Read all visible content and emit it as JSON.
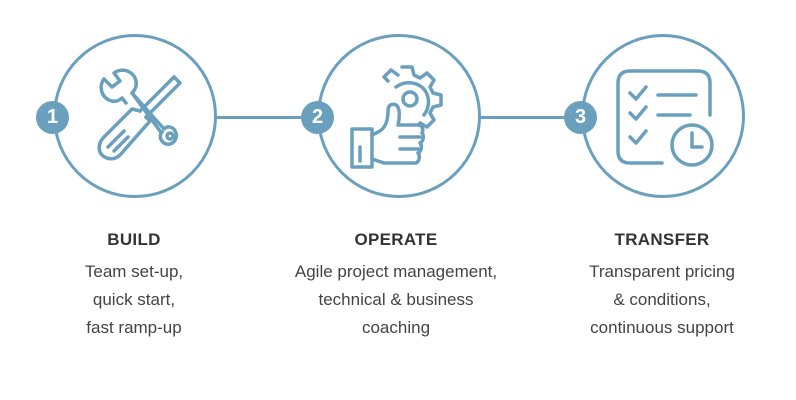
{
  "colors": {
    "accent": "#6a9fbd",
    "title_text": "#333333",
    "body_text": "#444444",
    "background": "#ffffff"
  },
  "steps": [
    {
      "number": "1",
      "title": "BUILD",
      "description": "Team set-up,\nquick start,\nfast ramp-up",
      "icon": "wrench-screwdriver-icon"
    },
    {
      "number": "2",
      "title": "OPERATE",
      "description": "Agile project management,\ntechnical & business\ncoaching",
      "icon": "thumbs-up-gear-icon"
    },
    {
      "number": "3",
      "title": "TRANSFER",
      "description": "Transparent pricing\n& conditions,\ncontinuous support",
      "icon": "checklist-clock-icon"
    }
  ]
}
